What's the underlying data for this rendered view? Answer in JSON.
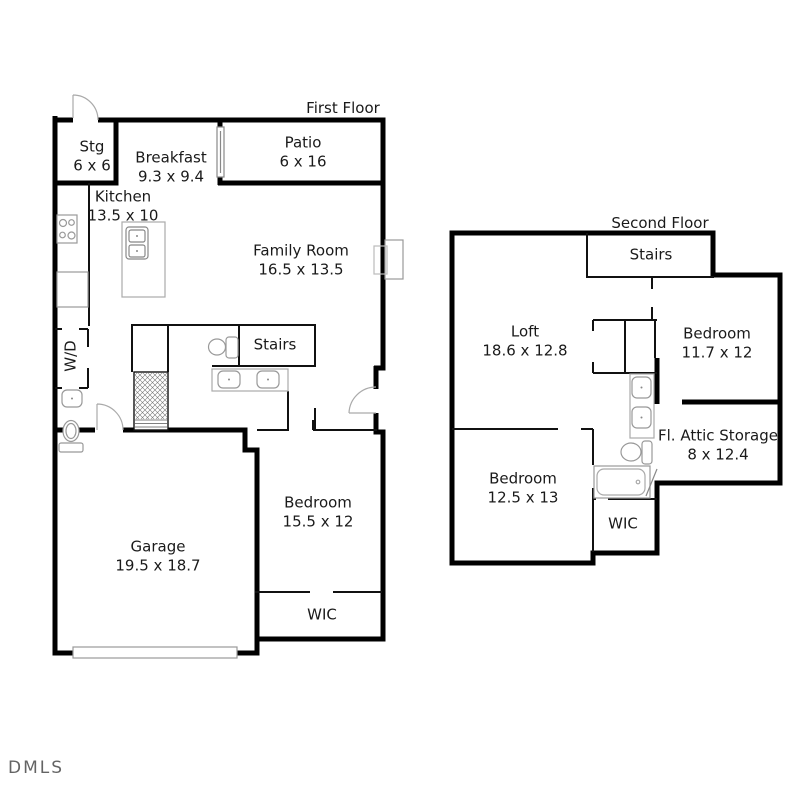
{
  "watermark": {
    "text": "DMLS"
  },
  "colors": {
    "wall": "#000000",
    "interior_wall": "#111111",
    "fixture": "#999999",
    "door_arc": "#aaaaaa",
    "background": "#ffffff",
    "label": "#1a1a1a"
  },
  "floors": [
    {
      "title": "First Floor",
      "rooms": [
        {
          "id": "stg",
          "name": "Stg",
          "dims": "6 x 6"
        },
        {
          "id": "breakfast",
          "name": "Breakfast",
          "dims": "9.3 x 9.4"
        },
        {
          "id": "patio",
          "name": "Patio",
          "dims": "6 x 16"
        },
        {
          "id": "kitchen",
          "name": "Kitchen",
          "dims": "13.5 x 10"
        },
        {
          "id": "family-room",
          "name": "Family Room",
          "dims": "16.5 x 13.5"
        },
        {
          "id": "wd",
          "name": "W/D",
          "dims": ""
        },
        {
          "id": "stairs",
          "name": "Stairs",
          "dims": ""
        },
        {
          "id": "bedroom",
          "name": "Bedroom",
          "dims": "15.5 x 12"
        },
        {
          "id": "garage",
          "name": "Garage",
          "dims": "19.5 x 18.7"
        },
        {
          "id": "wic",
          "name": "WIC",
          "dims": ""
        }
      ]
    },
    {
      "title": "Second Floor",
      "rooms": [
        {
          "id": "stairs-2",
          "name": "Stairs",
          "dims": ""
        },
        {
          "id": "loft",
          "name": "Loft",
          "dims": "18.6 x 12.8"
        },
        {
          "id": "bedroom-2",
          "name": "Bedroom",
          "dims": "11.7 x 12"
        },
        {
          "id": "attic",
          "name": "Fl. Attic Storage",
          "dims": "8 x 12.4"
        },
        {
          "id": "bedroom-3",
          "name": "Bedroom",
          "dims": "12.5 x 13"
        },
        {
          "id": "wic-2",
          "name": "WIC",
          "dims": ""
        }
      ]
    }
  ]
}
